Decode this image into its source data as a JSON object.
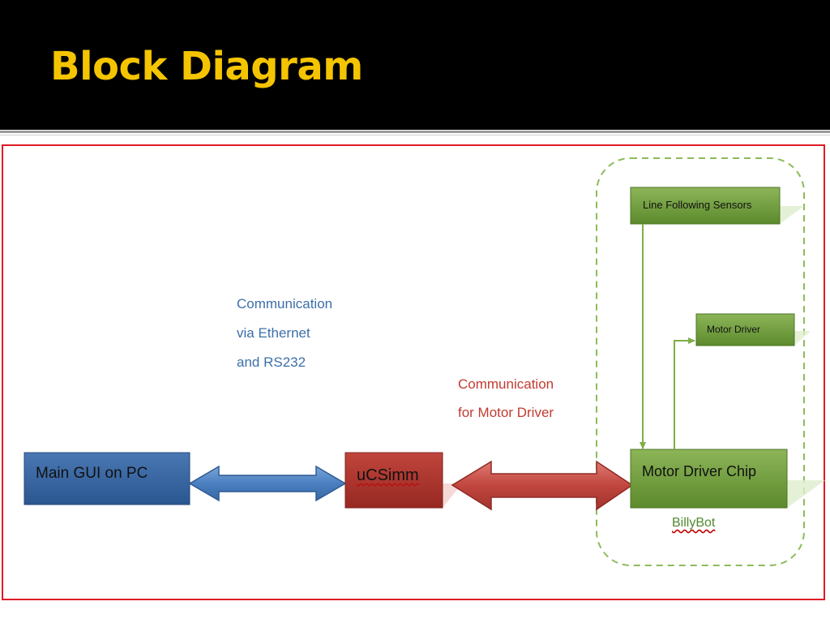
{
  "slide": {
    "title": "Block Diagram"
  },
  "diagram": {
    "nodes": {
      "main_gui": "Main GUI on PC",
      "ucsimm": "uCSimm",
      "motor_driver_chip": "Motor Driver Chip",
      "line_sensors": "Line Following Sensors",
      "motor_driver": "Motor Driver"
    },
    "group_label": "BillyBot",
    "notes": {
      "ethernet": [
        "Communication",
        "via Ethernet",
        "and RS232"
      ],
      "motor": [
        "Communication",
        "for Motor Driver"
      ]
    },
    "edges": [
      {
        "from": "main_gui",
        "to": "ucsimm",
        "type": "bidirectional"
      },
      {
        "from": "ucsimm",
        "to": "motor_driver_chip",
        "type": "bidirectional"
      },
      {
        "from": "line_sensors",
        "to": "motor_driver_chip",
        "type": "directed"
      },
      {
        "from": "motor_driver_chip",
        "to": "motor_driver",
        "type": "directed"
      }
    ]
  },
  "colors": {
    "title": "#f5c400",
    "frame": "#e01b24",
    "blue_box": "#2f5f9c",
    "red_box": "#b0352e",
    "green_box": "#6e9e3a"
  }
}
